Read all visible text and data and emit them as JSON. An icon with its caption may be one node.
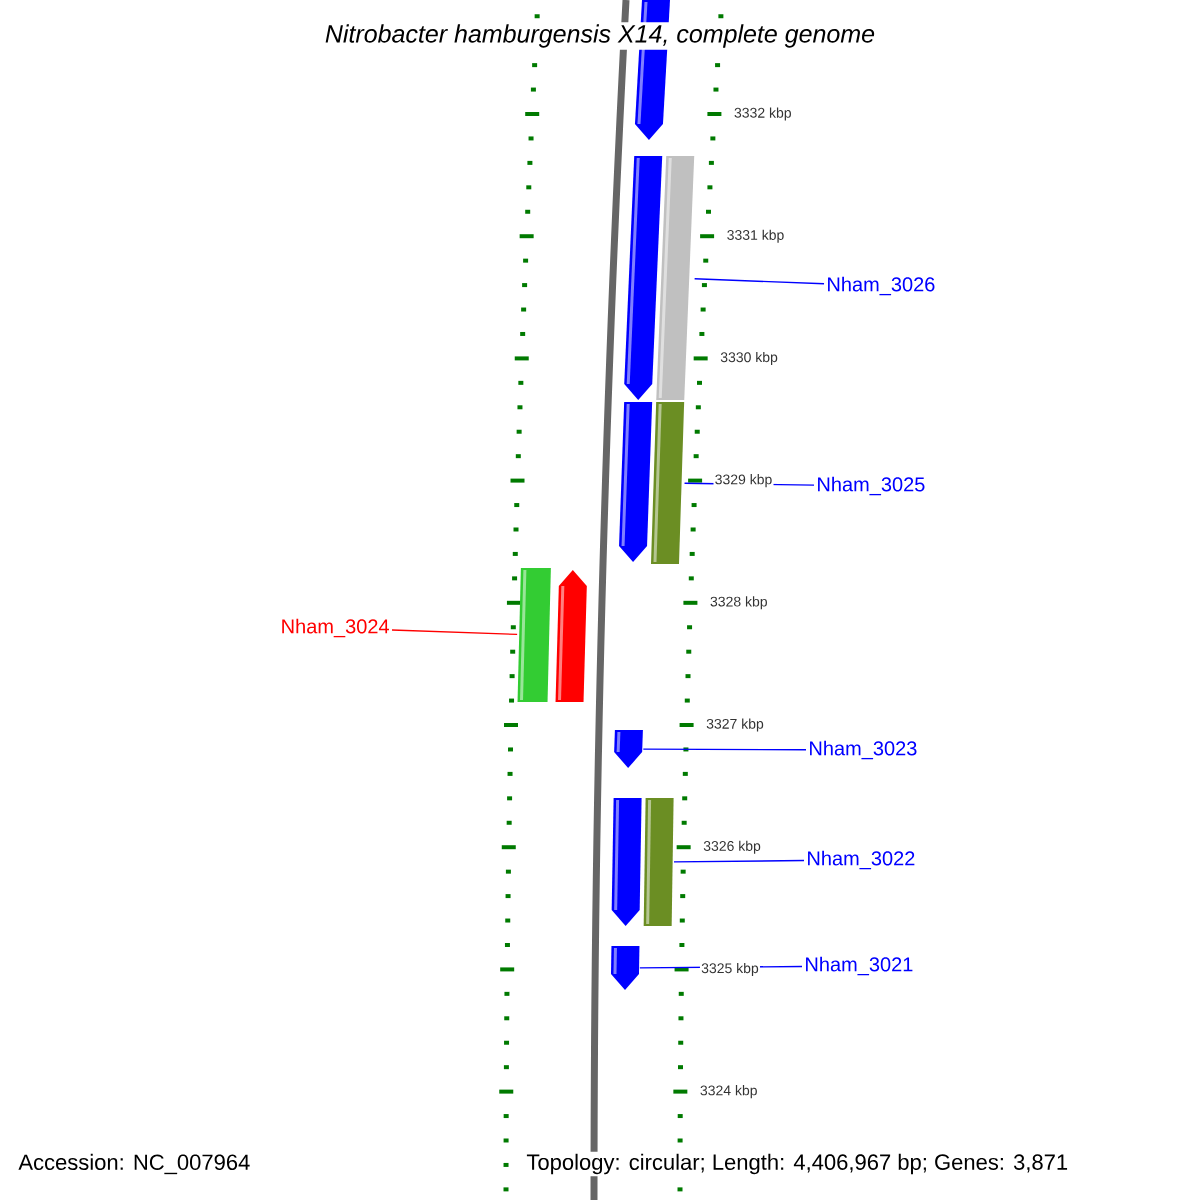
{
  "diagram": {
    "title": "Nitrobacter hamburgensis X14, complete genome",
    "nodes": [
      {
        "text": [],
        "shape": "bar"
      },
      {
        "text": [],
        "shape": "bar"
      },
      {
        "text": [],
        "shape": "bar"
      },
      {
        "text": [
          "Nham_3026"
        ]
      },
      {
        "text": [],
        "shape": "bar"
      },
      {
        "text": [],
        "shape": "bar"
      },
      {
        "text": [
          "Nham_3025"
        ]
      },
      {
        "text": [
          "Nham_3024"
        ]
      },
      {
        "text": [],
        "shape": "bar"
      },
      {
        "text": [],
        "shape": "bar"
      },
      {
        "text": [],
        "shape": "bar"
      },
      {
        "text": [
          "Nham_3023"
        ]
      },
      {
        "text": [],
        "shape": "bar"
      },
      {
        "text": [],
        "shape": "bar"
      },
      {
        "text": [
          "Nham_3022"
        ]
      },
      {
        "text": [],
        "shape": "bar"
      },
      {
        "text": [
          "Nham_3021"
        ]
      }
    ],
    "edges": [
      {
        "from": 3,
        "to": 2,
        "arrow": "none"
      },
      {
        "from": 6,
        "to": 5,
        "arrow": "none"
      },
      {
        "from": 7,
        "to": 8,
        "arrow": "none",
        "color": "#ff0000"
      },
      {
        "from": 11,
        "to": 10,
        "arrow": "none"
      },
      {
        "from": 14,
        "to": 13,
        "arrow": "none"
      },
      {
        "from": 16,
        "to": 15,
        "arrow": "none"
      }
    ],
    "labels": [
      "3332 kbp",
      "3331 kbp",
      "3330 kbp",
      "3329 kbp",
      "3328 kbp",
      "3327 kbp",
      "3326 kbp",
      "3325 kbp",
      "3324 kbp",
      "Accession: NC_007964",
      "Topology: circular; Length: 4,406,967 bp; Genes: 3,871"
    ]
  }
}
